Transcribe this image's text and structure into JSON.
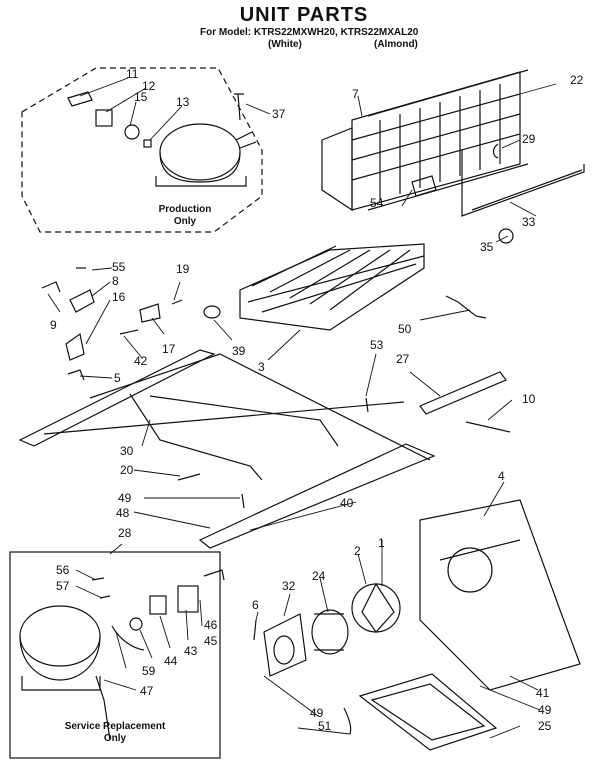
{
  "title": "UNIT PARTS",
  "model_line": "For Model: KTRS22MXWH20, KTRS22MXAL20",
  "variants": [
    "(White)",
    "(Almond)"
  ],
  "boxes": {
    "production": [
      "Production",
      "Only"
    ],
    "service": [
      "Service Replacement",
      "Only"
    ]
  },
  "callouts": [
    "11",
    "12",
    "15",
    "13",
    "37",
    "7",
    "22",
    "29",
    "54",
    "33",
    "35",
    "55",
    "8",
    "19",
    "16",
    "9",
    "17",
    "42",
    "39",
    "3",
    "50",
    "53",
    "27",
    "5",
    "10",
    "30",
    "20",
    "49",
    "48",
    "40",
    "4",
    "28",
    "56",
    "57",
    "2",
    "1",
    "32",
    "24",
    "6",
    "46",
    "45",
    "43",
    "44",
    "59",
    "47",
    "41",
    "49",
    "51",
    "25"
  ]
}
